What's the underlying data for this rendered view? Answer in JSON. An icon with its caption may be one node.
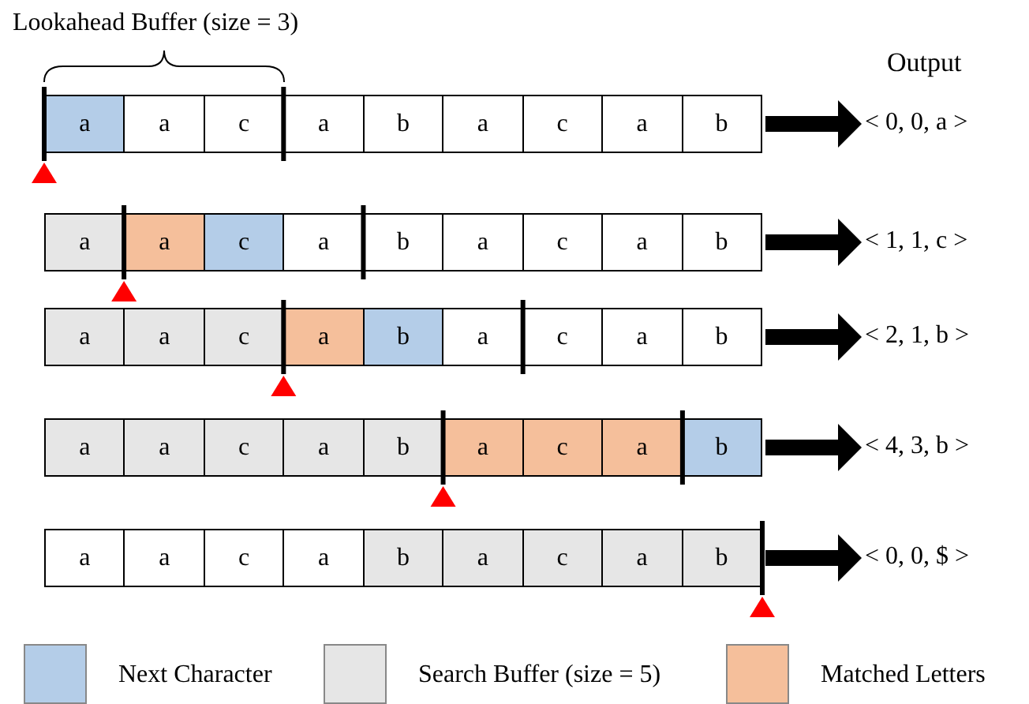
{
  "diagram": {
    "nodes": [
      {
        "text": [],
        "shape": "bar"
      },
      {
        "text": [
          "a"
        ],
        "in": 0
      },
      {
        "text": [
          "a"
        ],
        "in": 0
      },
      {
        "text": [
          "c"
        ],
        "in": 0
      },
      {
        "text": [
          "a"
        ],
        "in": 0
      },
      {
        "text": [
          "b"
        ],
        "in": 0
      },
      {
        "text": [
          "a"
        ],
        "in": 0
      },
      {
        "text": [
          "c"
        ],
        "in": 0
      },
      {
        "text": [
          "a"
        ],
        "in": 0
      },
      {
        "text": [
          "b"
        ],
        "in": 0
      },
      {
        "text": [
          "< 0, 0, a >"
        ]
      },
      {
        "text": [],
        "shape": "bar"
      },
      {
        "text": [
          "a"
        ],
        "in": 11
      },
      {
        "text": [
          "a"
        ],
        "in": 11
      },
      {
        "text": [
          "c"
        ],
        "in": 11
      },
      {
        "text": [
          "a"
        ],
        "in": 11
      },
      {
        "text": [
          "b"
        ],
        "in": 11
      },
      {
        "text": [
          "a"
        ],
        "in": 11
      },
      {
        "text": [
          "c"
        ],
        "in": 11
      },
      {
        "text": [
          "a"
        ],
        "in": 11
      },
      {
        "text": [
          "b"
        ],
        "in": 11
      },
      {
        "text": [
          "< 1, 1, c >"
        ]
      },
      {
        "text": [],
        "shape": "bar"
      },
      {
        "text": [
          "a"
        ],
        "in": 22
      },
      {
        "text": [
          "a"
        ],
        "in": 22
      },
      {
        "text": [
          "c"
        ],
        "in": 22
      },
      {
        "text": [
          "a"
        ],
        "in": 22
      },
      {
        "text": [
          "b"
        ],
        "in": 22
      },
      {
        "text": [
          "a"
        ],
        "in": 22
      },
      {
        "text": [
          "c"
        ],
        "in": 22
      },
      {
        "text": [
          "a"
        ],
        "in": 22
      },
      {
        "text": [
          "b"
        ],
        "in": 22
      },
      {
        "text": [
          "< 2, 1, b >"
        ]
      },
      {
        "text": [],
        "shape": "bar"
      },
      {
        "text": [
          "a"
        ],
        "in": 33
      },
      {
        "text": [
          "a"
        ],
        "in": 33
      },
      {
        "text": [
          "c"
        ],
        "in": 33
      },
      {
        "text": [
          "a"
        ],
        "in": 33
      },
      {
        "text": [
          "b"
        ],
        "in": 33
      },
      {
        "text": [
          "a"
        ],
        "in": 33
      },
      {
        "text": [
          "c"
        ],
        "in": 33
      },
      {
        "text": [
          "a"
        ],
        "in": 33
      },
      {
        "text": [
          "b"
        ],
        "in": 33
      },
      {
        "text": [
          "< 4, 3, b >"
        ]
      },
      {
        "text": [],
        "shape": "bar"
      },
      {
        "text": [
          "a"
        ],
        "in": 44
      },
      {
        "text": [
          "a"
        ],
        "in": 44
      },
      {
        "text": [
          "c"
        ],
        "in": 44
      },
      {
        "text": [
          "a"
        ],
        "in": 44
      },
      {
        "text": [
          "b"
        ],
        "in": 44
      },
      {
        "text": [
          "a"
        ],
        "in": 44
      },
      {
        "text": [
          "c"
        ],
        "in": 44
      },
      {
        "text": [
          "a"
        ],
        "in": 44
      },
      {
        "text": [
          "b"
        ],
        "in": 44
      },
      {
        "text": [
          "< 0, 0, $ >"
        ]
      }
    ],
    "edges": [
      {
        "from": 0,
        "to": 10,
        "arrow": "to"
      },
      {
        "from": 11,
        "to": 21,
        "arrow": "to"
      },
      {
        "from": 22,
        "to": 32,
        "arrow": "to"
      },
      {
        "from": 33,
        "to": 43,
        "arrow": "to"
      },
      {
        "from": 44,
        "to": 54,
        "arrow": "to"
      }
    ],
    "labels": [
      "Lookahead Buffer (size = 3)",
      "Output"
    ],
    "legend": [
      {
        "text": "Next Character",
        "color": "#b4cde8"
      },
      {
        "text": "Search Buffer (size = 5)",
        "color": "#e6e6e6"
      },
      {
        "text": "Matched Letters",
        "color": "#f5bf9b"
      }
    ]
  }
}
